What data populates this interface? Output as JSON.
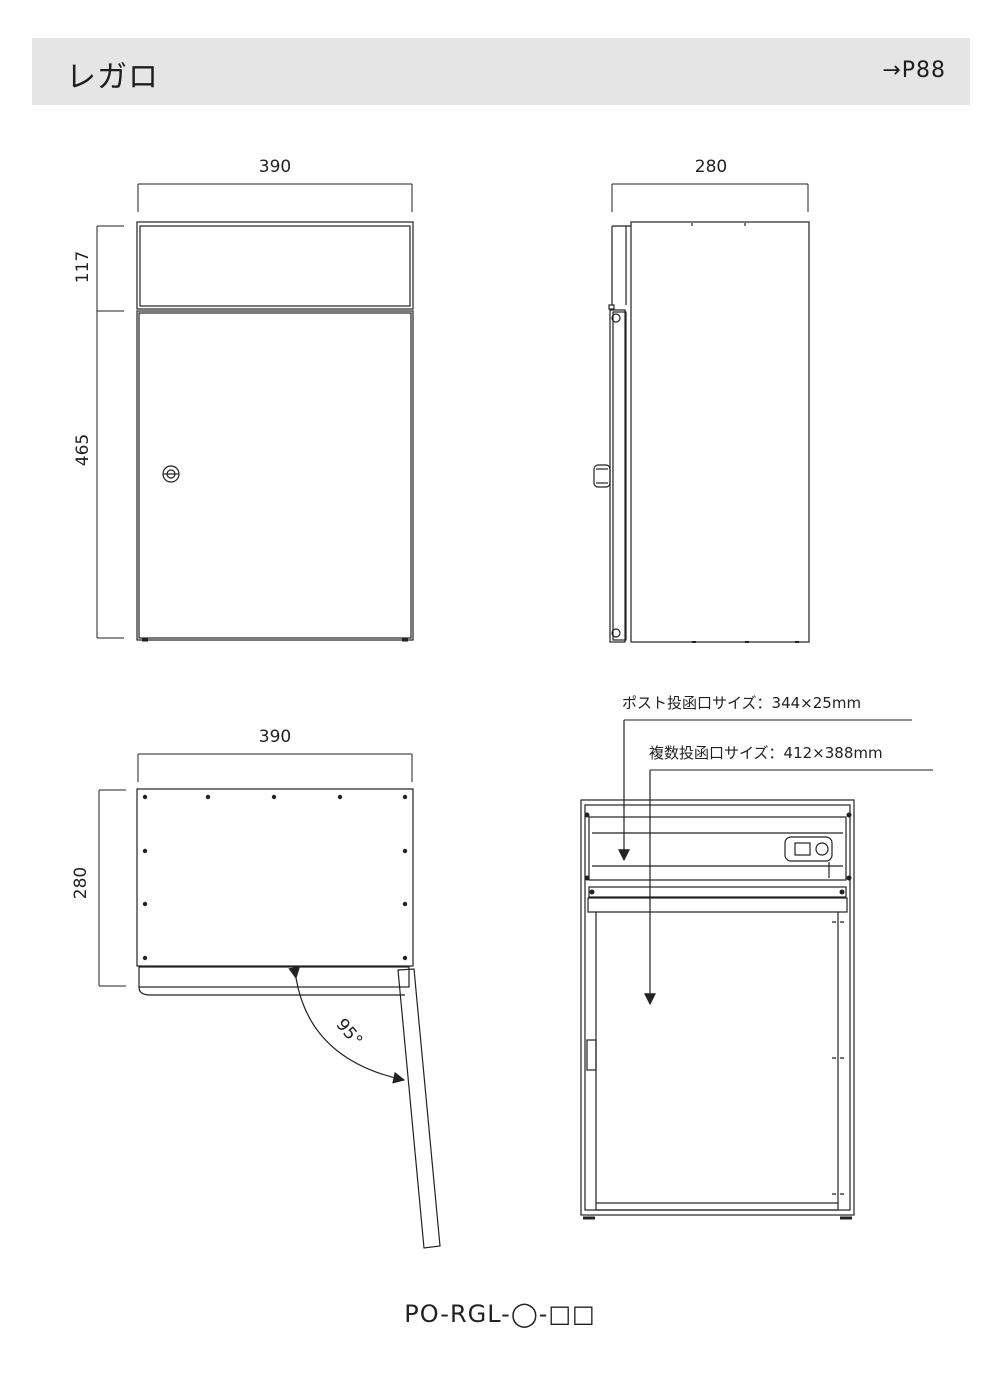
{
  "header": {
    "title": "レガロ",
    "page_ref": "→P88"
  },
  "front_view": {
    "width_label": "390",
    "top_height_label": "117",
    "body_height_label": "465"
  },
  "side_view": {
    "depth_label": "280"
  },
  "top_view": {
    "width_label": "390",
    "depth_label": "280",
    "door_angle_label": "95°"
  },
  "rear_view": {
    "post_slot_note": "ポスト投函口サイズ：344×25mm",
    "multi_slot_note": "複数投函口サイズ：412×388mm"
  },
  "model_code": "PO-RGL-◯-□□"
}
